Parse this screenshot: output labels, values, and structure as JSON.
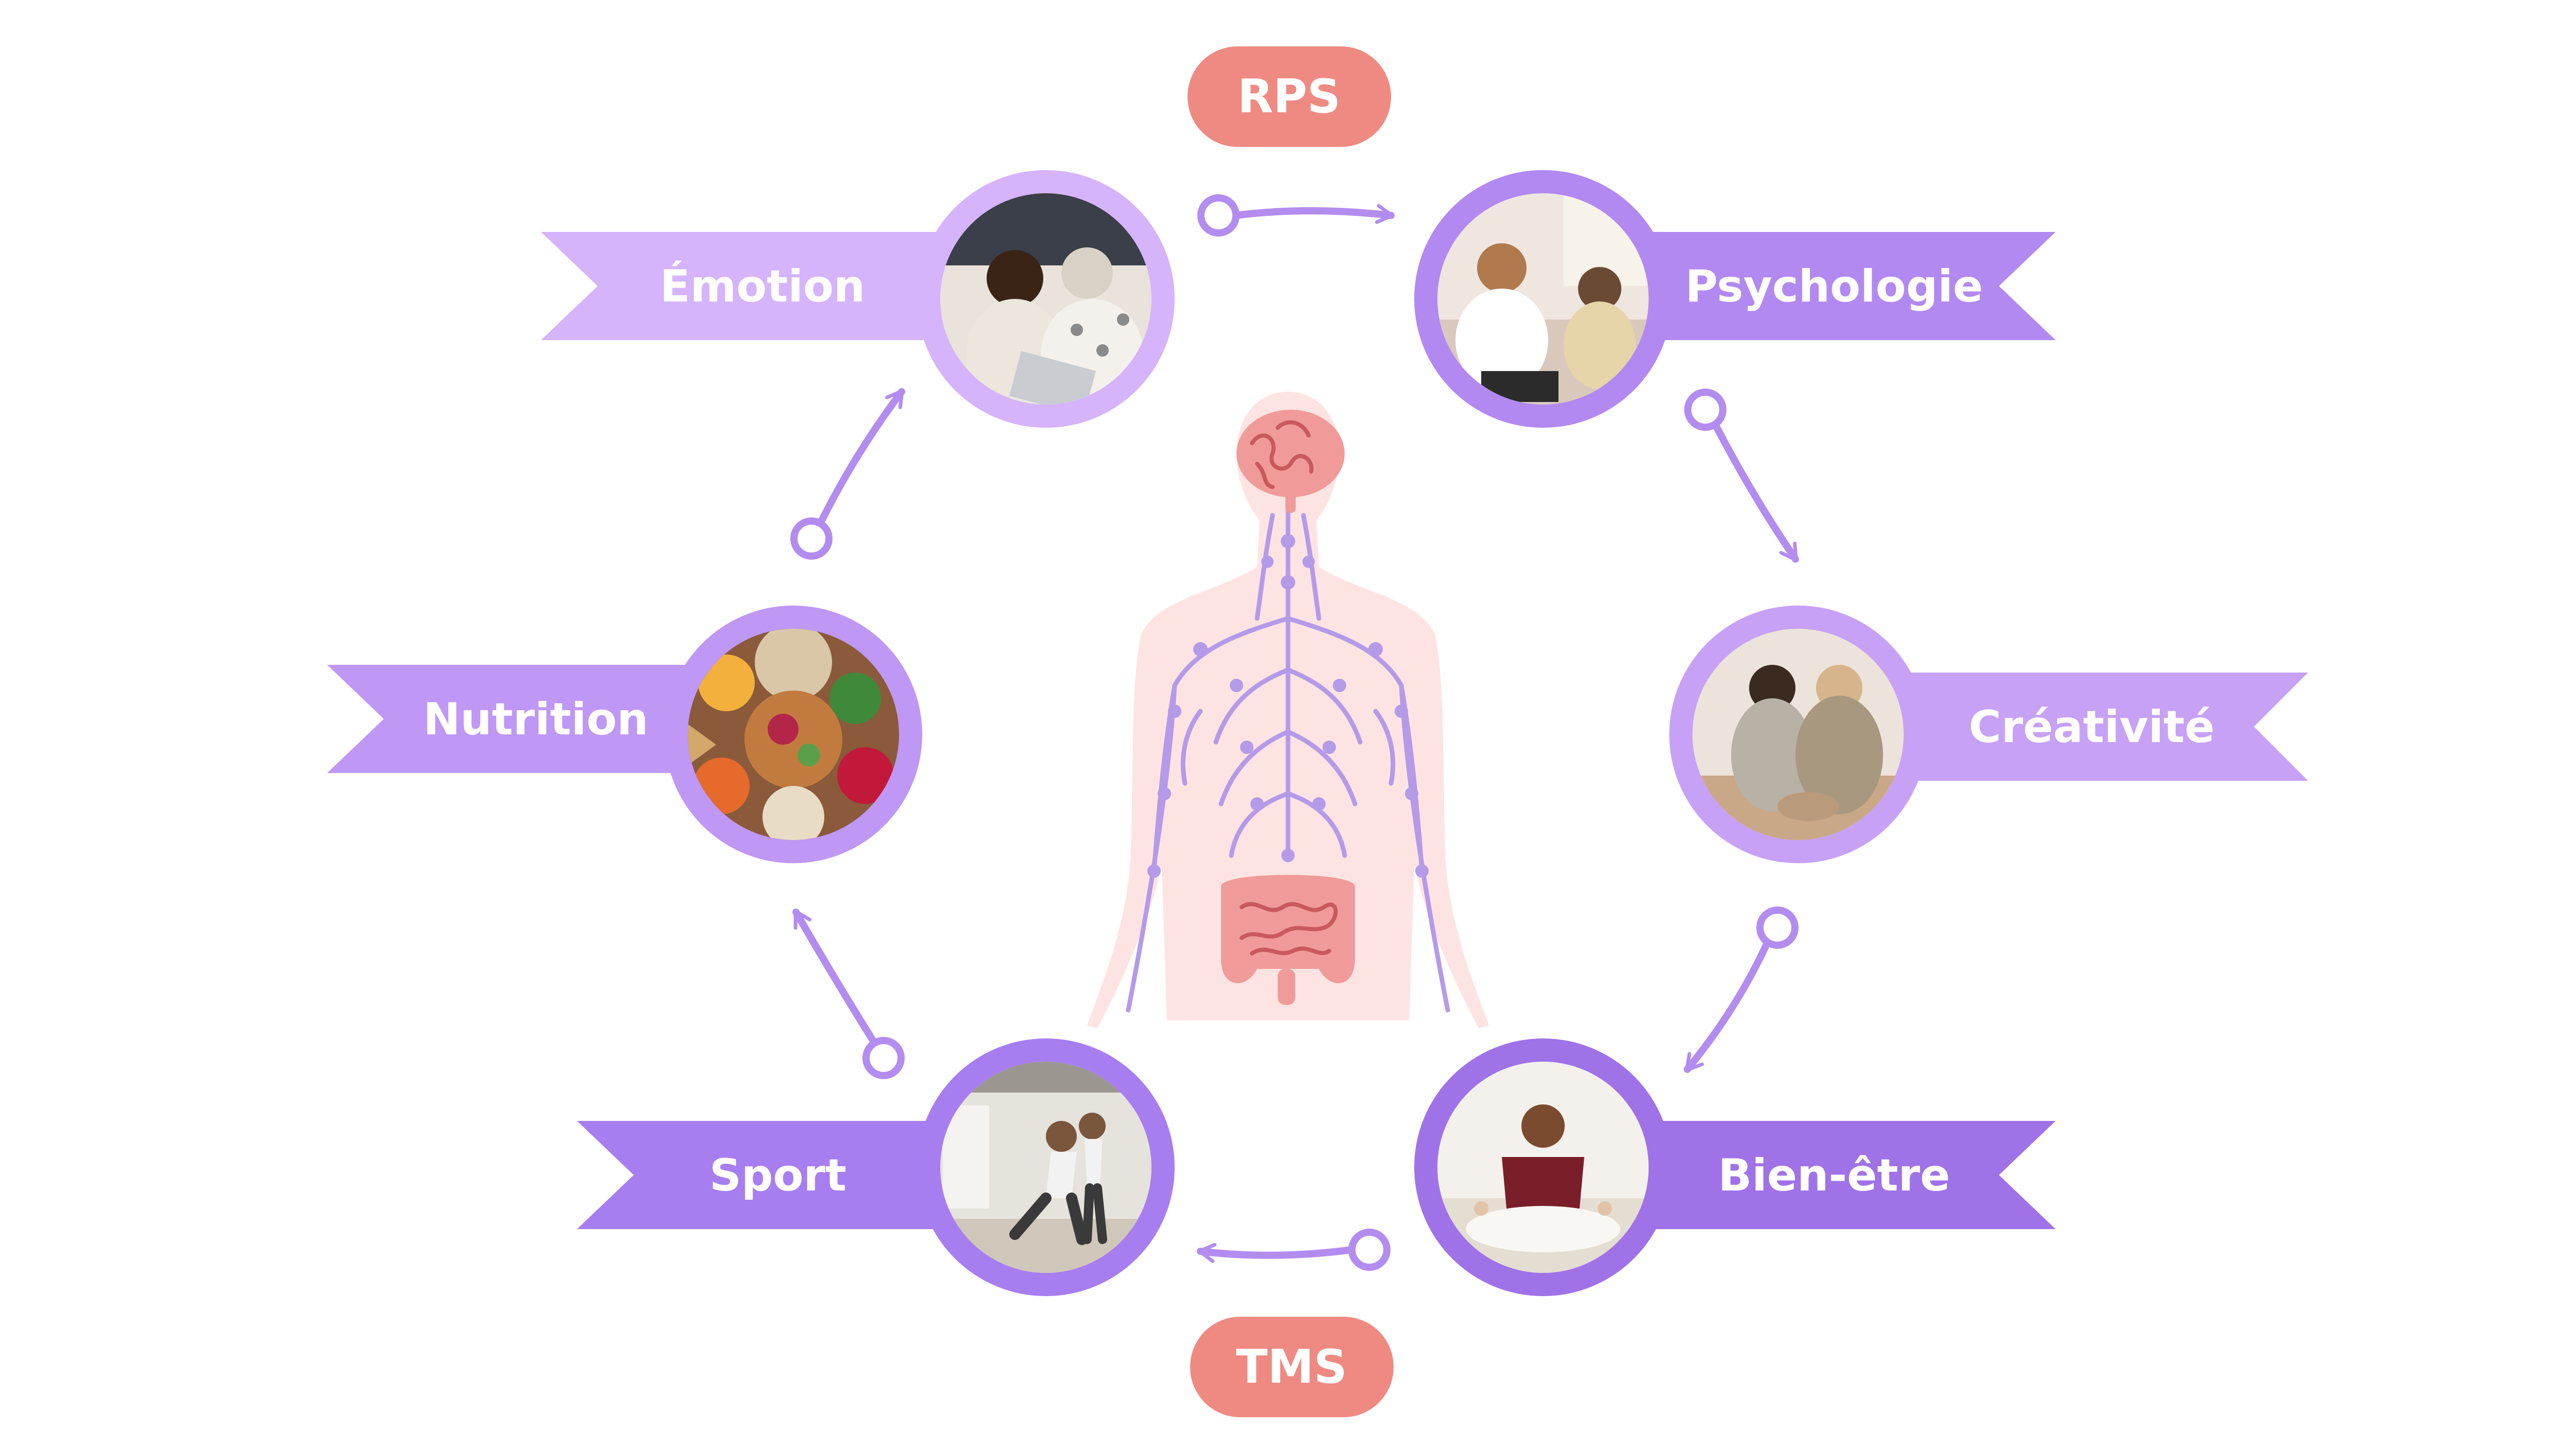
{
  "top_badge": {
    "label": "RPS",
    "color": "#ef8a82"
  },
  "bottom_badge": {
    "label": "TMS",
    "color": "#ef8a82"
  },
  "center_figure": {
    "icon": "human-body-icon",
    "organs": [
      "brain-icon",
      "intestine-icon"
    ]
  },
  "nodes": [
    {
      "id": "emotion",
      "label": "Émotion",
      "color": "#d5b4fb",
      "photo": "women-talking-at-laptop-photo"
    },
    {
      "id": "psychologie",
      "label": "Psychologie",
      "color": "#b289f1",
      "photo": "therapy-session-photo"
    },
    {
      "id": "creativite",
      "label": "Créativité",
      "color": "#c7a1f6",
      "photo": "pottery-workshop-photo"
    },
    {
      "id": "bien-etre",
      "label": "Bien-être",
      "color": "#9f72e8",
      "photo": "meditation-photo"
    },
    {
      "id": "sport",
      "label": "Sport",
      "color": "#a77ef0",
      "photo": "gym-training-photo"
    },
    {
      "id": "nutrition",
      "label": "Nutrition",
      "color": "#bf97f5",
      "photo": "healthy-food-photo"
    }
  ],
  "arrow_color": "#b38cf0"
}
